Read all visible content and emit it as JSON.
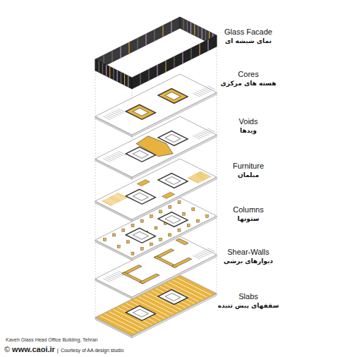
{
  "diagram": {
    "caption": "Kaveh Glass Head Office Building, Tehran",
    "labels": [
      "Glass Facade",
      "نمای شیشه ای",
      "Cores",
      "هسته های مرکزی",
      "Voids",
      "ویدها",
      "Furniture",
      "مبلمان",
      "Columns",
      "ستونها",
      "Shear-Walls",
      "دیوارهای برشی",
      "Slabs",
      "سقفهای پیش تنیده",
      "©",
      "www.caoi.ir",
      "|",
      "Courtesy of AA design studio"
    ]
  }
}
